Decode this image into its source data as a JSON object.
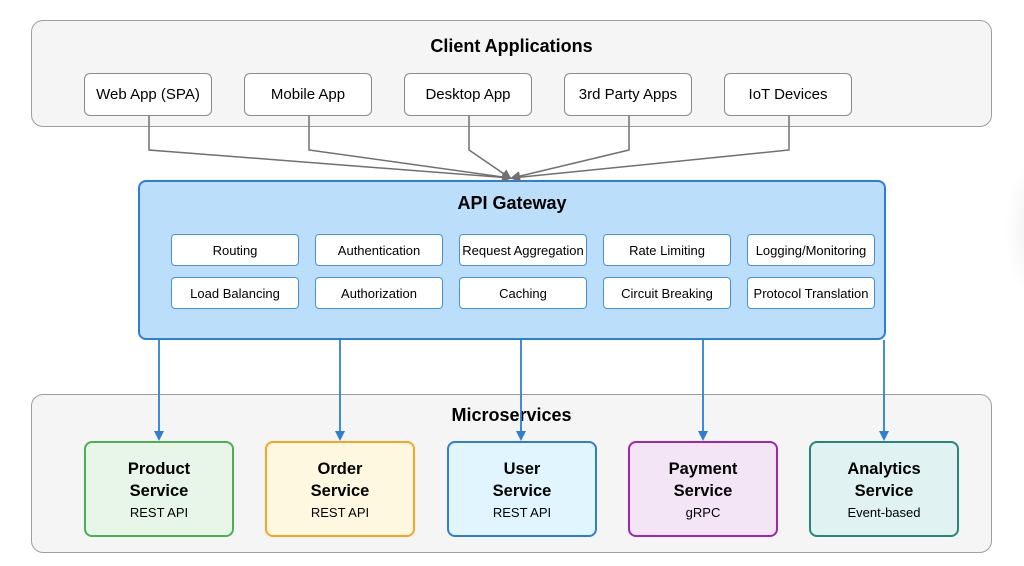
{
  "client_group": {
    "title": "Client Applications",
    "apps": [
      "Web App (SPA)",
      "Mobile App",
      "Desktop App",
      "3rd Party Apps",
      "IoT Devices"
    ]
  },
  "gateway": {
    "title": "API Gateway",
    "features": [
      "Routing",
      "Authentication",
      "Request Aggregation",
      "Rate Limiting",
      "Logging/Monitoring",
      "Load Balancing",
      "Authorization",
      "Caching",
      "Circuit Breaking",
      "Protocol Translation"
    ]
  },
  "services_group": {
    "title": "Microservices",
    "services": [
      {
        "name_line1": "Product",
        "name_line2": "Service",
        "protocol": "REST API",
        "fill": "#e8f5e9",
        "border": "#4caf50"
      },
      {
        "name_line1": "Order",
        "name_line2": "Service",
        "protocol": "REST API",
        "fill": "#fff8e1",
        "border": "#f5a623"
      },
      {
        "name_line1": "User",
        "name_line2": "Service",
        "protocol": "REST API",
        "fill": "#e1f5fe",
        "border": "#2f7fd0"
      },
      {
        "name_line1": "Payment",
        "name_line2": "Service",
        "protocol": "gRPC",
        "fill": "#f3e5f5",
        "border": "#9c27b0"
      },
      {
        "name_line1": "Analytics",
        "name_line2": "Service",
        "protocol": "Event-based",
        "fill": "#e0f2f1",
        "border": "#26867a"
      }
    ]
  },
  "colors": {
    "client_connector": "#707070",
    "service_connector": "#2f7fd0"
  }
}
